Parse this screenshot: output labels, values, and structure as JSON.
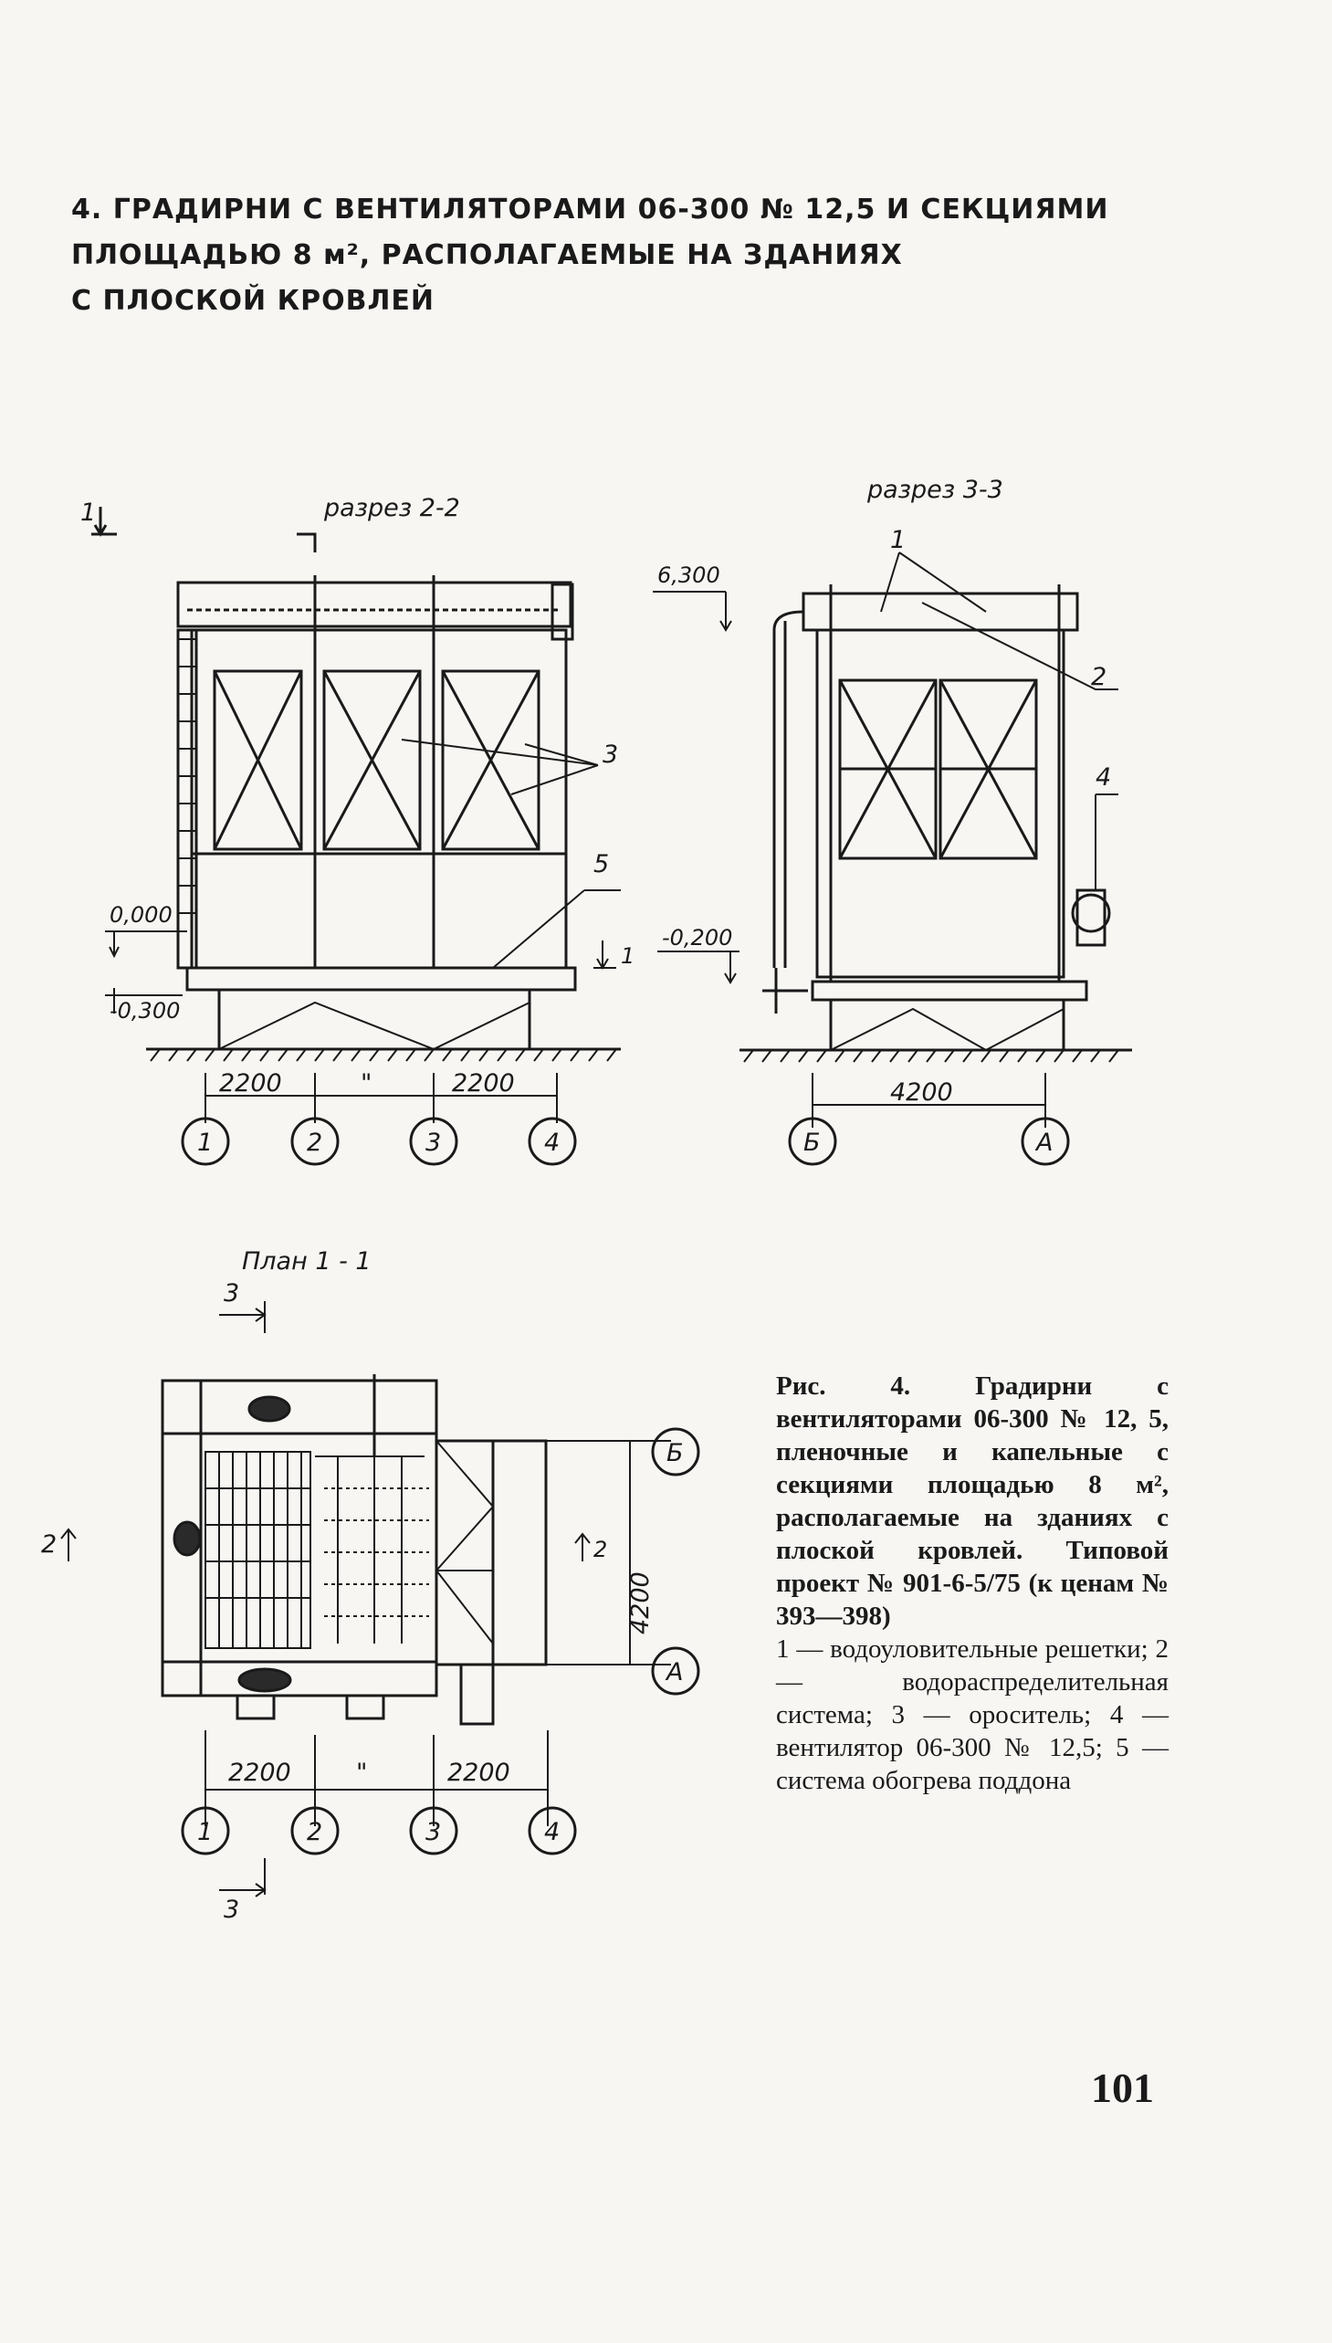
{
  "heading": {
    "line1": "4. ГРАДИРНИ С ВЕНТИЛЯТОРАМИ 06-300 № 12,5 И СЕКЦИЯМИ",
    "line2": "ПЛОЩАДЬЮ 8 м², РАСПОЛАГАЕМЫЕ НА ЗДАНИЯХ",
    "line3": "С ПЛОСКОЙ КРОВЛЕЙ"
  },
  "section_2_2": {
    "title": "разрез 2-2",
    "cut_mark": "1",
    "level_top": "0,000",
    "level_bottom": "-0,300",
    "dim_left": "2200",
    "dim_mid": "\"",
    "dim_right": "2200",
    "callout_3": "3",
    "callout_5": "5",
    "axes": [
      "1",
      "2",
      "3",
      "4"
    ]
  },
  "section_3_3": {
    "title": "разрез 3-3",
    "level_top": "6,300",
    "level_mid": "-0,200",
    "dim": "4200",
    "callout_1": "1",
    "callout_2": "2",
    "callout_4": "4",
    "axes": [
      "Б",
      "А"
    ]
  },
  "plan_1_1": {
    "title": "План 1 - 1",
    "cut_top": "3",
    "cut_bottom": "3",
    "cut_left": "2",
    "cut_right": "2",
    "dim_left": "2200",
    "dim_mid": "\"",
    "dim_right": "2200",
    "dim_vertical": "4200",
    "axes": [
      "1",
      "2",
      "3",
      "4"
    ],
    "row_axes": [
      "Б",
      "А"
    ]
  },
  "caption": {
    "fig_label": "Рис. 4.",
    "text": "Градирни с вентиляторами 06-300 № 12, 5, пленочные и капельные с секциями площадью 8 м², располагаемые на зданиях с плоской кровлей. Типовой проект № 901-6-5/75 (к ценам № 393—398)",
    "legend": "1 — водоуловительные решетки; 2 — водораспределительная система; 3 — ороситель; 4 — вентилятор 06-300 № 12,5; 5 — система обогрева поддона"
  },
  "page_number": "101"
}
